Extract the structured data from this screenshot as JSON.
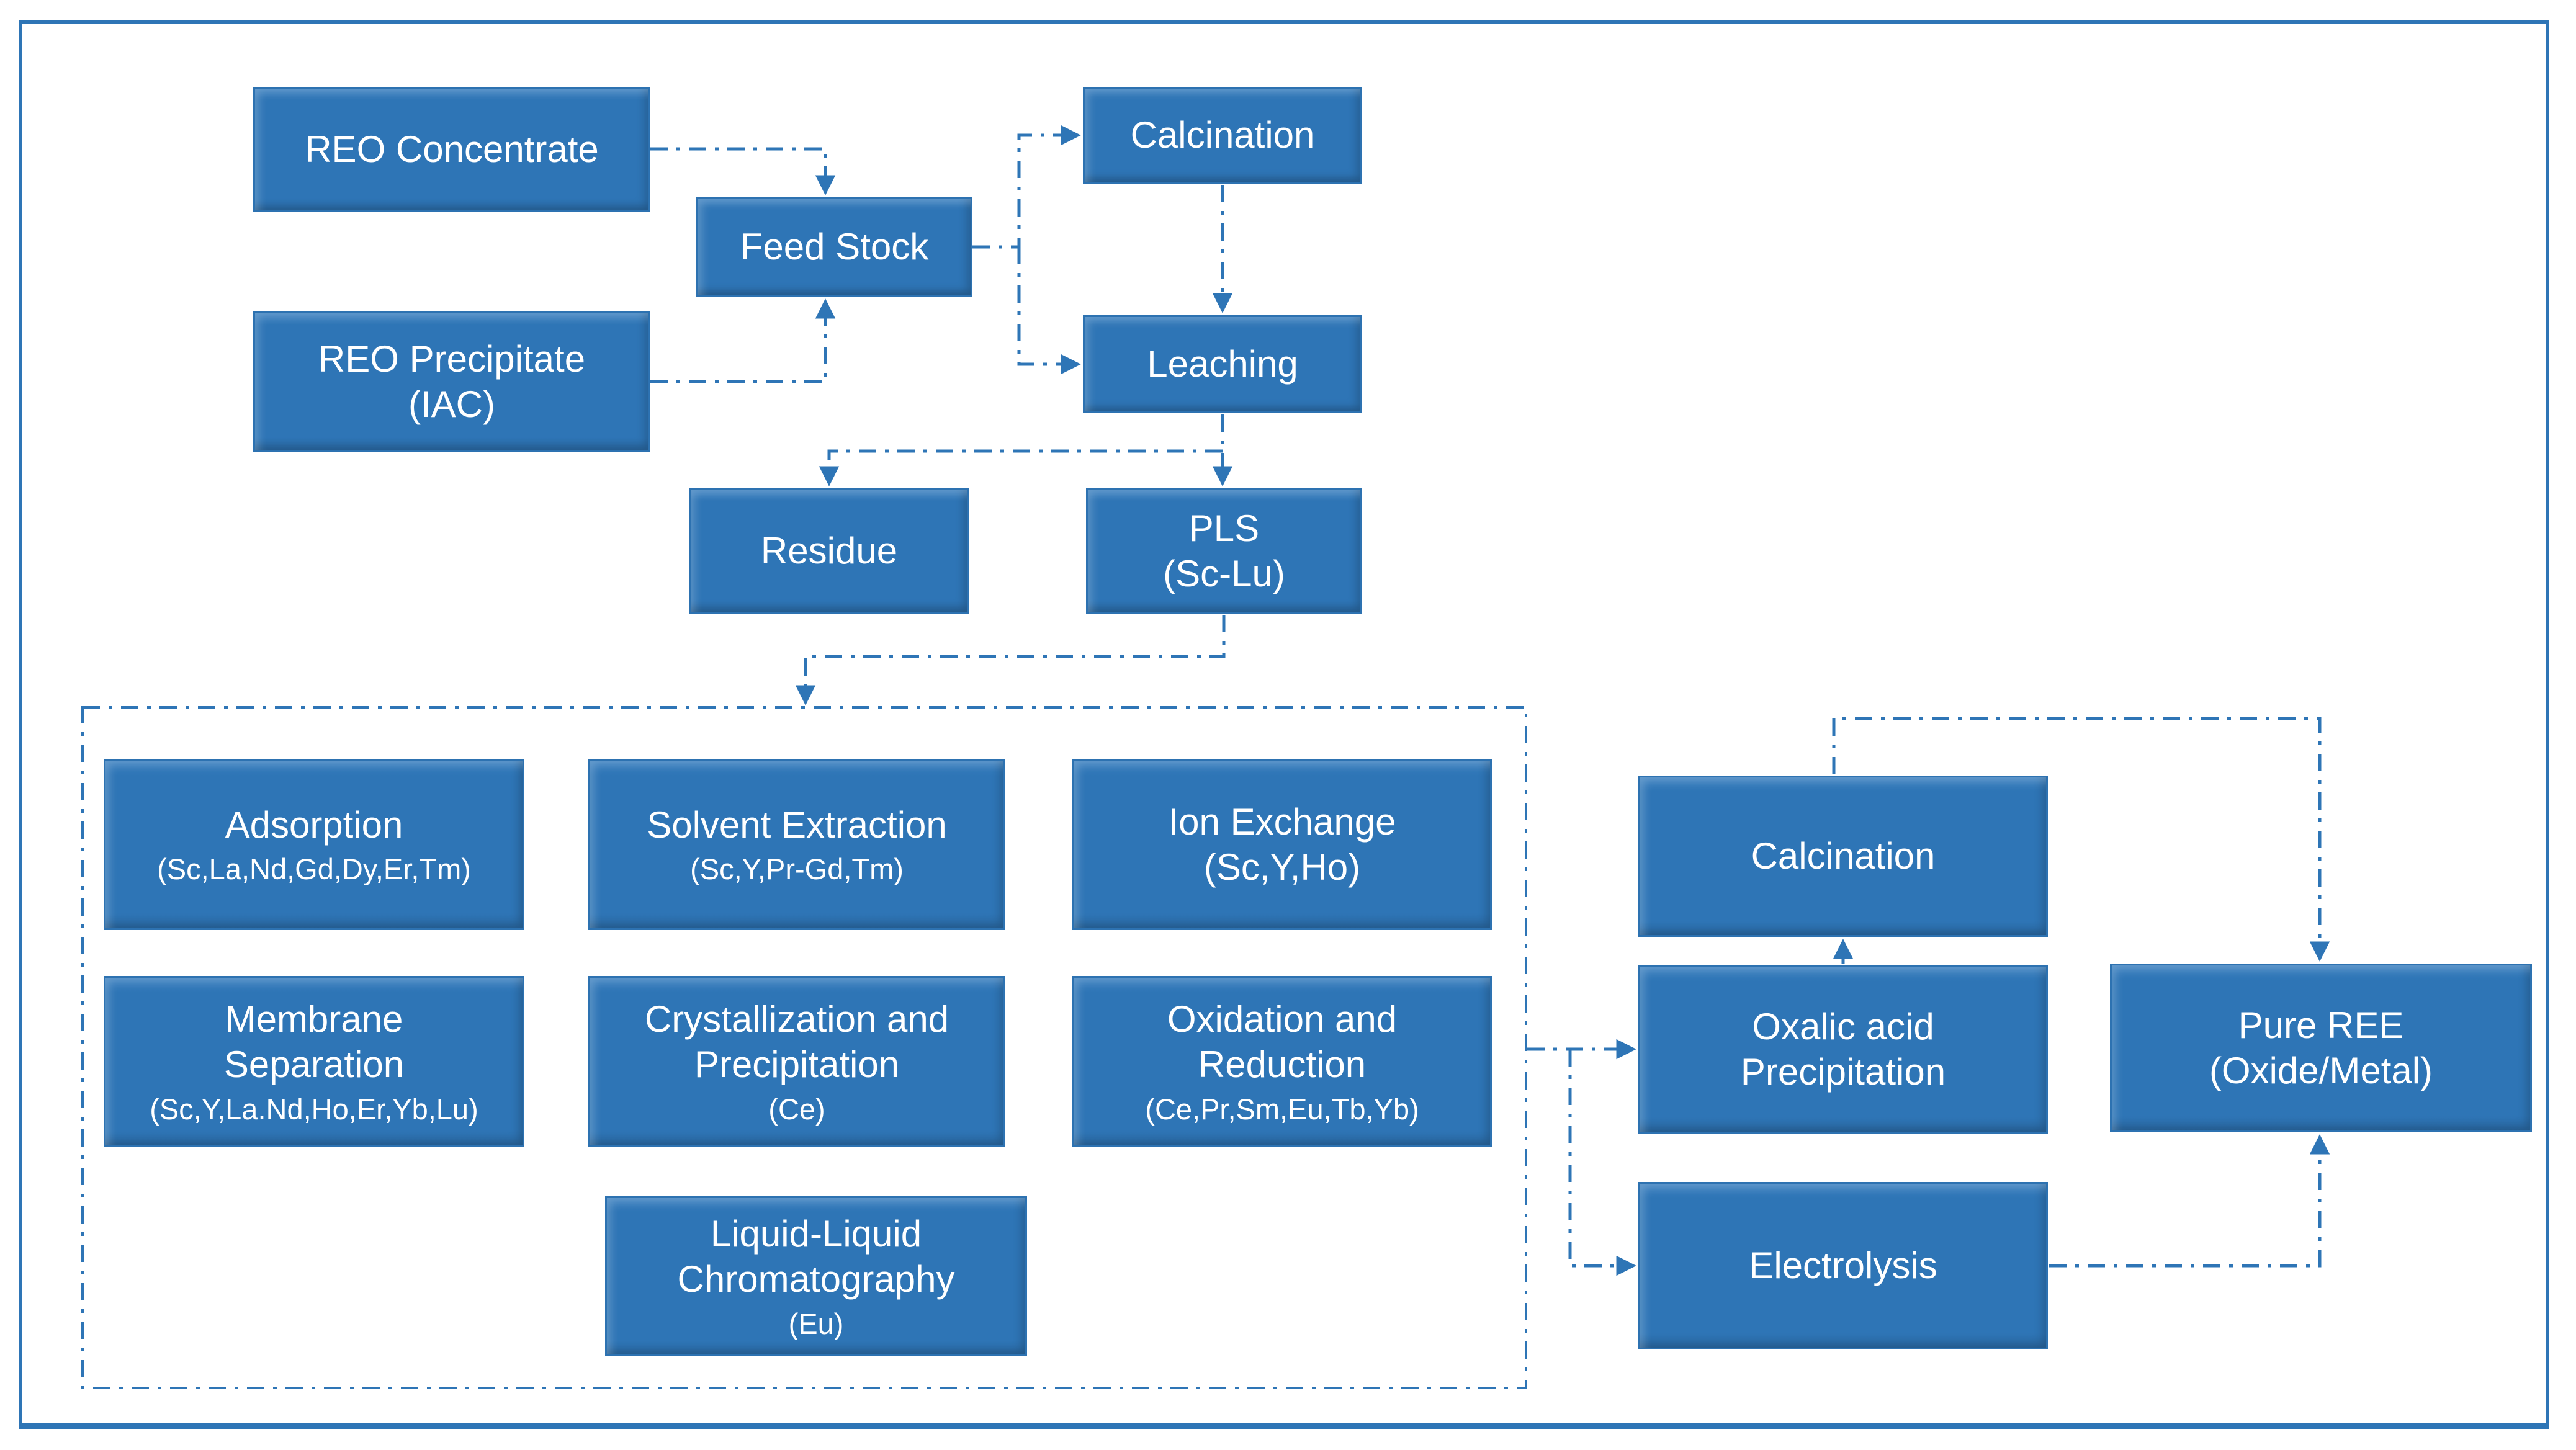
{
  "page": {
    "background_color": "#ffffff",
    "border_color": "#2e75b6"
  },
  "colors": {
    "node_fill": "#2e75b6",
    "node_text": "#ffffff",
    "connector": "#2e75b6"
  },
  "nodes": {
    "reo_concentrate": {
      "label": "REO Concentrate"
    },
    "reo_precipitate": {
      "label": "REO Precipitate",
      "label2": "(IAC)"
    },
    "feed_stock": {
      "label": "Feed Stock"
    },
    "calcination_top": {
      "label": "Calcination"
    },
    "leaching": {
      "label": "Leaching"
    },
    "residue": {
      "label": "Residue"
    },
    "pls": {
      "label": "PLS",
      "label2": "(Sc-Lu)"
    },
    "adsorption": {
      "label": "Adsorption",
      "elements": "(Sc,La,Nd,Gd,Dy,Er,Tm)"
    },
    "solvent_extraction": {
      "label": "Solvent Extraction",
      "elements": "(Sc,Y,Pr-Gd,Tm)"
    },
    "ion_exchange": {
      "label": "Ion Exchange",
      "label2": "(Sc,Y,Ho)"
    },
    "membrane_separation": {
      "label": "Membrane",
      "label2": "Separation",
      "elements": "(Sc,Y,La.Nd,Ho,Er,Yb,Lu)"
    },
    "crystallization": {
      "label": "Crystallization and",
      "label2": "Precipitation",
      "elements": "(Ce)"
    },
    "oxidation_reduction": {
      "label": "Oxidation and",
      "label2": "Reduction",
      "elements": "(Ce,Pr,Sm,Eu,Tb,Yb)"
    },
    "liquid_liquid": {
      "label": "Liquid-Liquid",
      "label2": "Chromatography",
      "elements": "(Eu)"
    },
    "calcination_right": {
      "label": "Calcination"
    },
    "oxalic_precipitation": {
      "label": "Oxalic acid",
      "label2": "Precipitation"
    },
    "electrolysis": {
      "label": "Electrolysis"
    },
    "pure_ree": {
      "label": "Pure REE",
      "label2": "(Oxide/Metal)"
    }
  },
  "connections": [
    {
      "from": "REO Concentrate",
      "to": "Feed Stock"
    },
    {
      "from": "REO Precipitate (IAC)",
      "to": "Feed Stock"
    },
    {
      "from": "Feed Stock",
      "to": "Calcination"
    },
    {
      "from": "Feed Stock",
      "to": "Leaching"
    },
    {
      "from": "Calcination",
      "to": "Leaching"
    },
    {
      "from": "Leaching",
      "to": "Residue"
    },
    {
      "from": "Leaching",
      "to": "PLS (Sc-Lu)"
    },
    {
      "from": "PLS (Sc-Lu)",
      "to": "Separation methods group"
    },
    {
      "from": "Separation methods group",
      "to": "Oxalic acid Precipitation"
    },
    {
      "from": "Separation methods group",
      "to": "Electrolysis"
    },
    {
      "from": "Oxalic acid Precipitation",
      "to": "Calcination"
    },
    {
      "from": "Calcination",
      "to": "Pure REE (Oxide/Metal)"
    },
    {
      "from": "Electrolysis",
      "to": "Pure REE (Oxide/Metal)"
    }
  ]
}
